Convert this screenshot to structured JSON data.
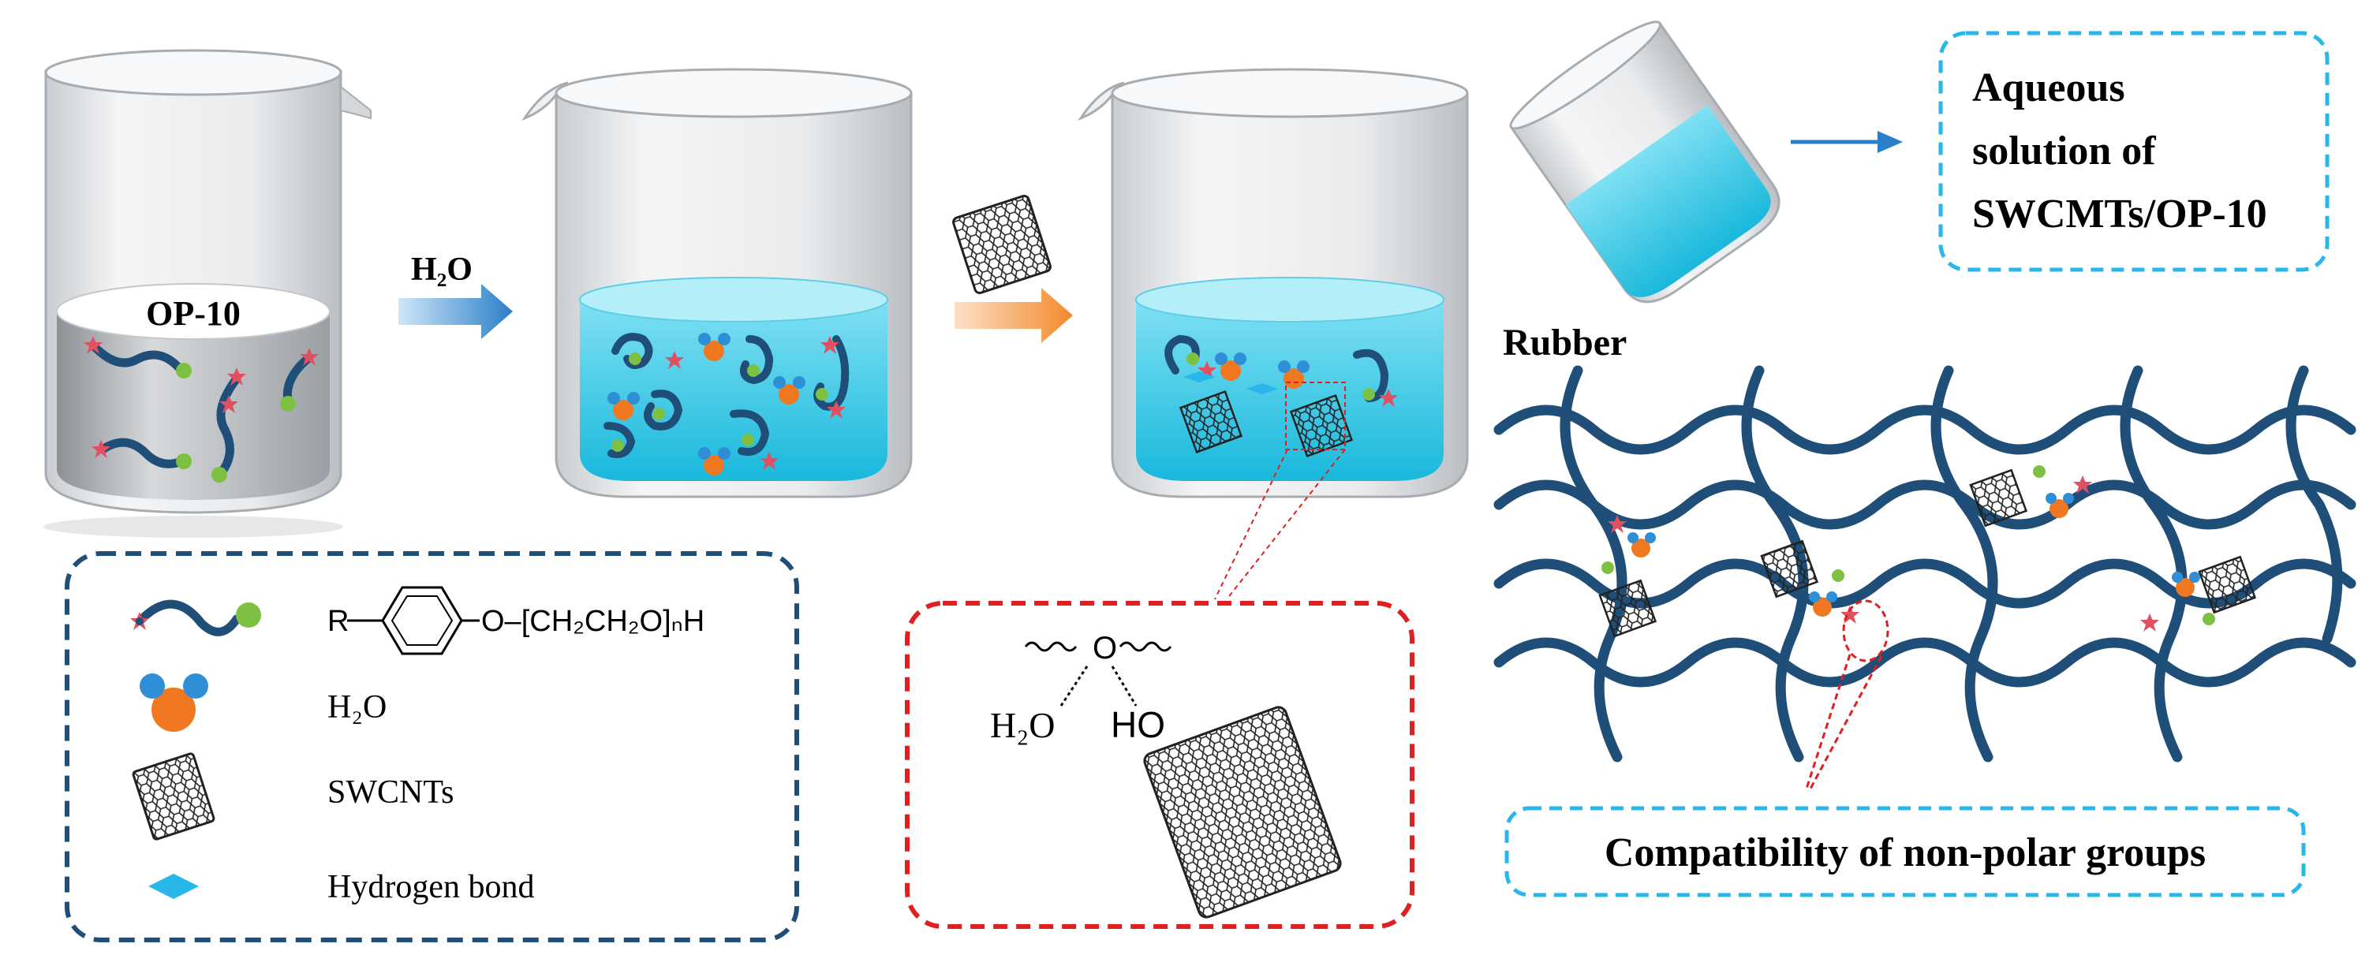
{
  "labels": {
    "op10": "OP-10",
    "h2o_arrow": "H₂O",
    "rubber": "Rubber",
    "aqueous_line1": "Aqueous",
    "aqueous_line2": "solution of",
    "aqueous_line3": "SWCMTs/OP-10",
    "compatibility": "Compatibility of non-polar groups"
  },
  "legend": {
    "formula_r": "R",
    "formula_chain": "O–[CH₂CH₂O]ₙH",
    "water": "H₂O",
    "swcnts": "SWCNTs",
    "hbond": "Hydrogen bond"
  },
  "inset": {
    "h2o": "H₂O",
    "ho": "HO",
    "o": "O"
  },
  "colors": {
    "chain": "#1f4e79",
    "legend_border": "#1f4e79",
    "inset_border": "#e02020",
    "callout_border": "#29b6e8",
    "water_fill": "#29c6e8",
    "surfactant_head": "#e05060",
    "surfactant_tail": "#7cc142",
    "oxygen": "#f07820",
    "hydrogen": "#2e8fd6",
    "arrow_blue": "#2a7fc9",
    "arrow_orange": "#f28a2c"
  }
}
